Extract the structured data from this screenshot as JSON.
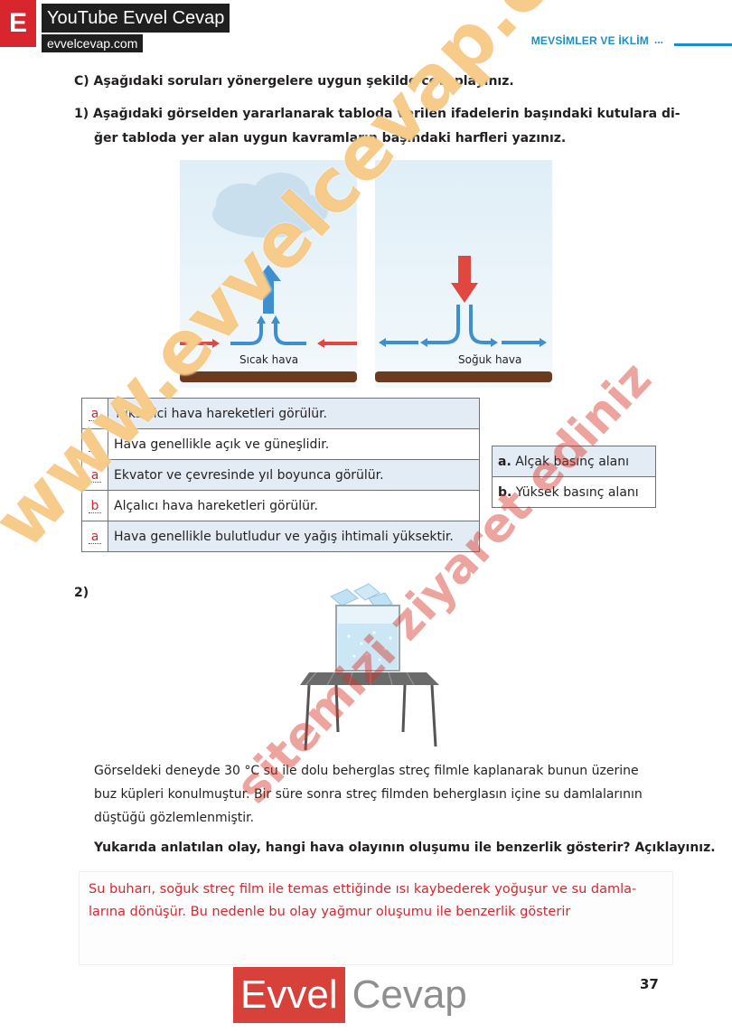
{
  "header": {
    "logo_letter": "E",
    "brand_title": "YouTube Evvel Cevap",
    "brand_url": "evvelcevap.com",
    "chapter": "MEVSİMLER VE İKLİM",
    "chapter_dots": "..."
  },
  "section": {
    "heading": "C) Aşağıdaki soruları yönergelere uygun şekilde cevaplayınız."
  },
  "q1": {
    "line1": "1) Aşağıdaki görselden yararlanarak  tabloda verilen ifadelerin başındaki kutulara di-",
    "line2": "ğer tabloda yer alan uygun kavramların başındaki harfleri yazınız.",
    "panel_left_label": "Sıcak hava",
    "panel_right_label": "Soğuk hava",
    "statements": [
      {
        "answer": "a",
        "text": "Yükselici hava hareketleri görülür."
      },
      {
        "answer": "b",
        "text": "Hava genellikle açık ve güneşlidir."
      },
      {
        "answer": "a",
        "text": "Ekvator ve çevresinde yıl boyunca görülür."
      },
      {
        "answer": "b",
        "text": "Alçalıcı hava hareketleri görülür."
      },
      {
        "answer": "a",
        "text": "Hava genellikle bulutludur ve yağış ihtimali yüksektir."
      }
    ],
    "key": [
      {
        "letter": "a.",
        "text": "Alçak basınç alanı"
      },
      {
        "letter": "b.",
        "text": "Yüksek basınç alanı"
      }
    ]
  },
  "q2": {
    "number": "2)",
    "para_line1": "Görseldeki deneyde 30 °C su ile dolu beherglas streç filmle kaplanarak bunun üzerine",
    "para_line2": "buz küpleri konulmuştur. Bir süre sonra streç filmden beherglasın içine su damlalarının",
    "para_line3": "düştüğü gözlemlenmiştir.",
    "question": "Yukarıda anlatılan olay, hangi hava olayının oluşumu ile benzerlik gösterir? Açıklayınız.",
    "answer_line1": "Su buharı, soğuk streç film ile temas ettiğinde ısı kaybederek yoğuşur ve su damla-",
    "answer_line2": "larına dönüşür. Bu nedenle bu olay yağmur oluşumu ile benzerlik gösterir"
  },
  "watermarks": {
    "main": "www.evvelcevap.com",
    "secondary": "sitemizi ziyaret ediniz"
  },
  "footer": {
    "brand_left": "Evvel",
    "brand_right": "Cevap",
    "page_number": "37"
  }
}
